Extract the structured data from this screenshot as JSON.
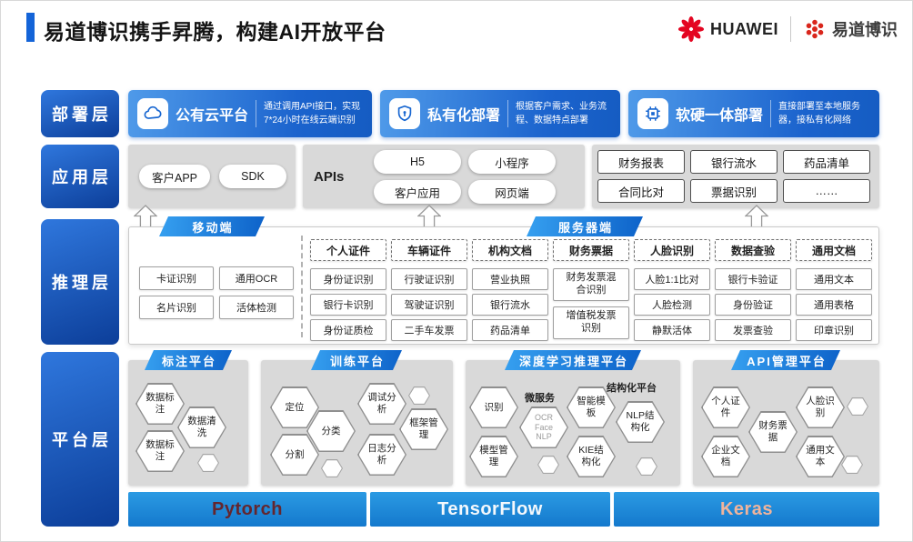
{
  "header": {
    "title": "易道博识携手昇腾，构建AI开放平台",
    "huawei": "HUAWEI",
    "partner": "易道博识"
  },
  "colors": {
    "accent_blue": "#1464d8",
    "deep_blue": "#0c3e99",
    "ribbon_blue": "#1f8ae4",
    "panel_gray": "#d9d9d9",
    "huawei_red": "#e40521"
  },
  "deployment": {
    "label": "部署层",
    "items": [
      {
        "title": "公有云平台",
        "desc": "通过调用API接口，实现7*24小时在线云端识别"
      },
      {
        "title": "私有化部署",
        "desc": "根据客户需求、业务流程、数据特点部署"
      },
      {
        "title": "软硬一体部署",
        "desc": "直接部署至本地服务器，接私有化网络"
      }
    ]
  },
  "application": {
    "label": "应用层",
    "clients": [
      "客户APP",
      "SDK"
    ],
    "apis_label": "APIs",
    "channels": [
      "H5",
      "小程序",
      "客户应用",
      "网页端"
    ],
    "apps": [
      "财务报表",
      "银行流水",
      "药品清单",
      "合同比对",
      "票据识别",
      "……"
    ]
  },
  "inference": {
    "label": "推理层",
    "mobile_tag": "移动端",
    "server_tag": "服务器端",
    "mobile_items": [
      "卡证识别",
      "通用OCR",
      "名片识别",
      "活体检测"
    ],
    "columns": [
      {
        "header": "个人证件",
        "items": [
          "身份证识别",
          "银行卡识别",
          "身份证质检"
        ]
      },
      {
        "header": "车辆证件",
        "items": [
          "行驶证识别",
          "驾驶证识别",
          "二手车发票"
        ]
      },
      {
        "header": "机构文档",
        "items": [
          "营业执照",
          "银行流水",
          "药品清单"
        ]
      },
      {
        "header": "财务票据",
        "items": [
          "财务发票混合识别",
          "增值税发票识别"
        ]
      },
      {
        "header": "人脸识别",
        "items": [
          "人脸1:1比对",
          "人脸检测",
          "静默活体"
        ]
      },
      {
        "header": "数据查验",
        "items": [
          "银行卡验证",
          "身份验证",
          "发票查验"
        ]
      },
      {
        "header": "通用文档",
        "items": [
          "通用文本",
          "通用表格",
          "印章识别"
        ]
      }
    ]
  },
  "platform": {
    "label": "平台层",
    "annotation": {
      "title": "标注平台",
      "hexes": [
        "数据标注",
        "数据清洗",
        "数据标注"
      ]
    },
    "training": {
      "title": "训练平台",
      "hexes": [
        "定位",
        "分类",
        "分割",
        "调试分析",
        "日志分析",
        "框架管理"
      ]
    },
    "dl": {
      "title": "深度学习推理平台",
      "micro_label": "微服务",
      "struct_label": "结构化平台",
      "hexes": [
        "识别",
        "模型管理",
        "OCR Face NLP",
        "智能模板",
        "KIE结构化",
        "NLP结构化"
      ]
    },
    "api": {
      "title": "API管理平台",
      "hexes": [
        "个人证件",
        "企业文档",
        "财务票据",
        "人脸识别",
        "通用文本"
      ]
    }
  },
  "frameworks": [
    {
      "name": "Pytorch",
      "color": "#64262e"
    },
    {
      "name": "TensorFlow",
      "color": "#f4f8fc"
    },
    {
      "name": "Keras",
      "color": "#f0b49c"
    }
  ]
}
